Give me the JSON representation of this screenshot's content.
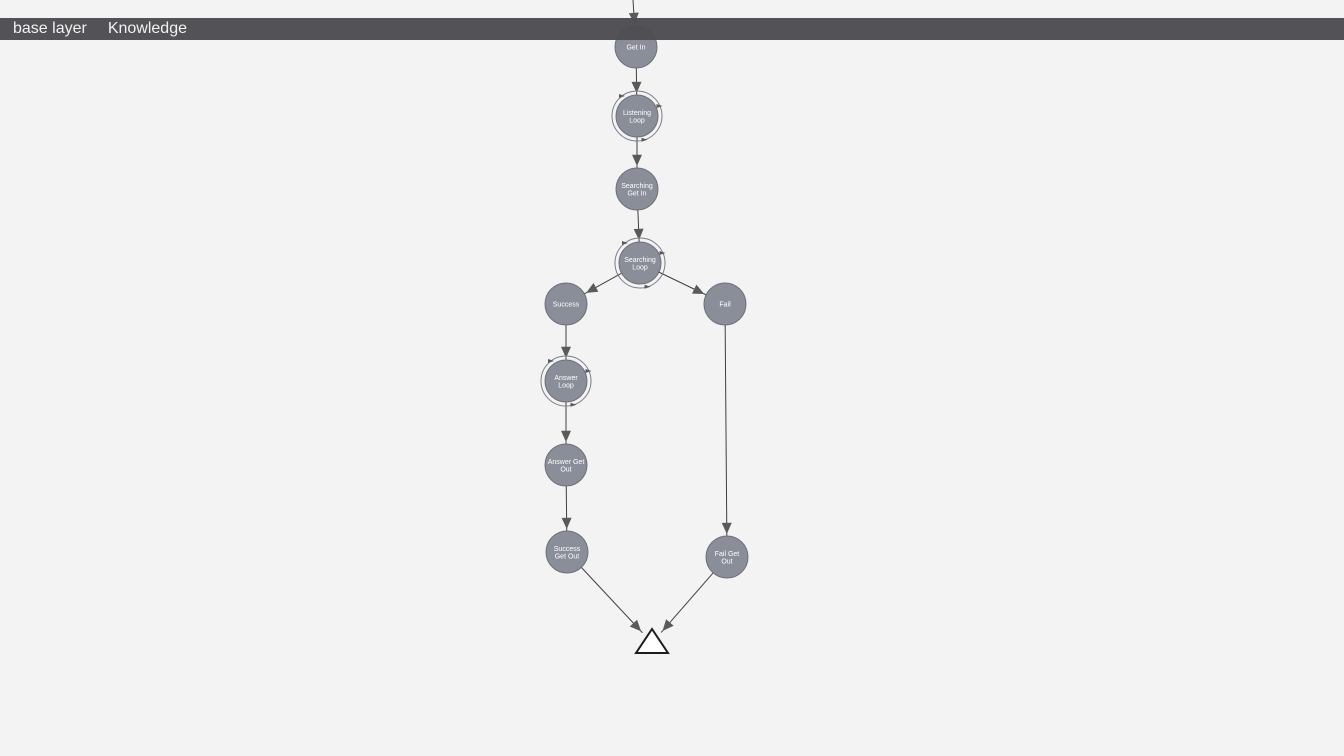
{
  "breadcrumb": {
    "items": [
      "base layer",
      "Knowledge"
    ]
  },
  "colors": {
    "background": "#f3f3f3",
    "topbar": "#4d4d52",
    "node_fill": "#8a8e98",
    "edge": "#3f3f3f"
  },
  "nodes": [
    {
      "id": "get-in",
      "label": [
        "Get In"
      ],
      "loop": false
    },
    {
      "id": "listening-loop",
      "label": [
        "Listening",
        "Loop"
      ],
      "loop": true
    },
    {
      "id": "searching-get-in",
      "label": [
        "Searching",
        "Get In"
      ],
      "loop": false
    },
    {
      "id": "searching-loop",
      "label": [
        "Searching",
        "Loop"
      ],
      "loop": true
    },
    {
      "id": "success",
      "label": [
        "Success"
      ],
      "loop": false
    },
    {
      "id": "fail",
      "label": [
        "Fail"
      ],
      "loop": false
    },
    {
      "id": "answer-loop",
      "label": [
        "Answer",
        "Loop"
      ],
      "loop": true
    },
    {
      "id": "answer-get-out",
      "label": [
        "Answer Get",
        "Out"
      ],
      "loop": false
    },
    {
      "id": "success-get-out",
      "label": [
        "Success",
        "Get Out"
      ],
      "loop": false
    },
    {
      "id": "fail-get-out",
      "label": [
        "Fail Get",
        "Out"
      ],
      "loop": false
    }
  ],
  "terminal": {
    "id": "end",
    "shape": "triangle"
  },
  "edges": [
    {
      "from": "entry",
      "to": "get-in"
    },
    {
      "from": "get-in",
      "to": "listening-loop"
    },
    {
      "from": "listening-loop",
      "to": "searching-get-in"
    },
    {
      "from": "searching-get-in",
      "to": "searching-loop"
    },
    {
      "from": "searching-loop",
      "to": "success"
    },
    {
      "from": "searching-loop",
      "to": "fail"
    },
    {
      "from": "success",
      "to": "answer-loop"
    },
    {
      "from": "answer-loop",
      "to": "answer-get-out"
    },
    {
      "from": "answer-get-out",
      "to": "success-get-out"
    },
    {
      "from": "fail",
      "to": "fail-get-out"
    },
    {
      "from": "success-get-out",
      "to": "end"
    },
    {
      "from": "fail-get-out",
      "to": "end"
    }
  ]
}
